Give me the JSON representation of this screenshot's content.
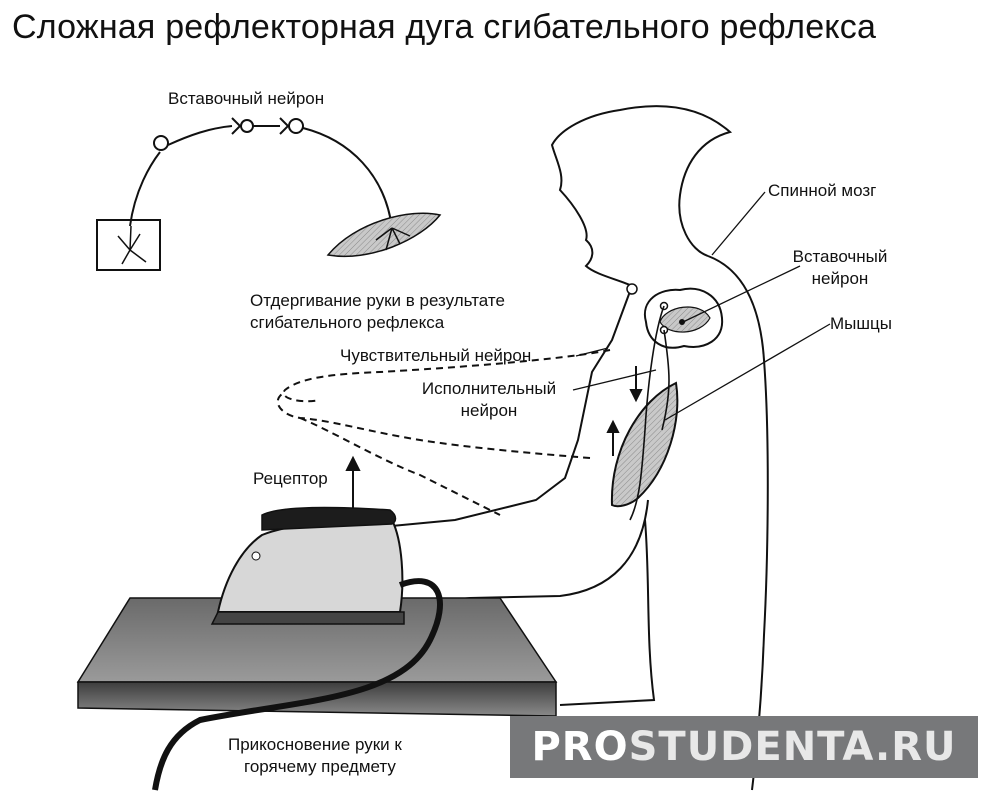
{
  "title": "Сложная рефлекторная дуга сгибательного рефлекса",
  "labels": {
    "interneuron_top": "Вставочный нейрон",
    "withdrawal_line1": "Отдергивание руки в результате",
    "withdrawal_line2": "сгибательного рефлекса",
    "sensory_neuron": "Чувствительный нейрон",
    "motor_neuron_line1": "Исполнительный",
    "motor_neuron_line2": "нейрон",
    "receptor": "Рецептор",
    "spinal_cord": "Спинной мозг",
    "interneuron_right_line1": "Вставочный",
    "interneuron_right_line2": "нейрон",
    "muscles": "Мышцы",
    "touch_line1": "Прикосновение руки к",
    "touch_line2": "горячему предмету"
  },
  "watermark": {
    "part1": "PRO",
    "part2": "STUDENTA.RU"
  }
}
